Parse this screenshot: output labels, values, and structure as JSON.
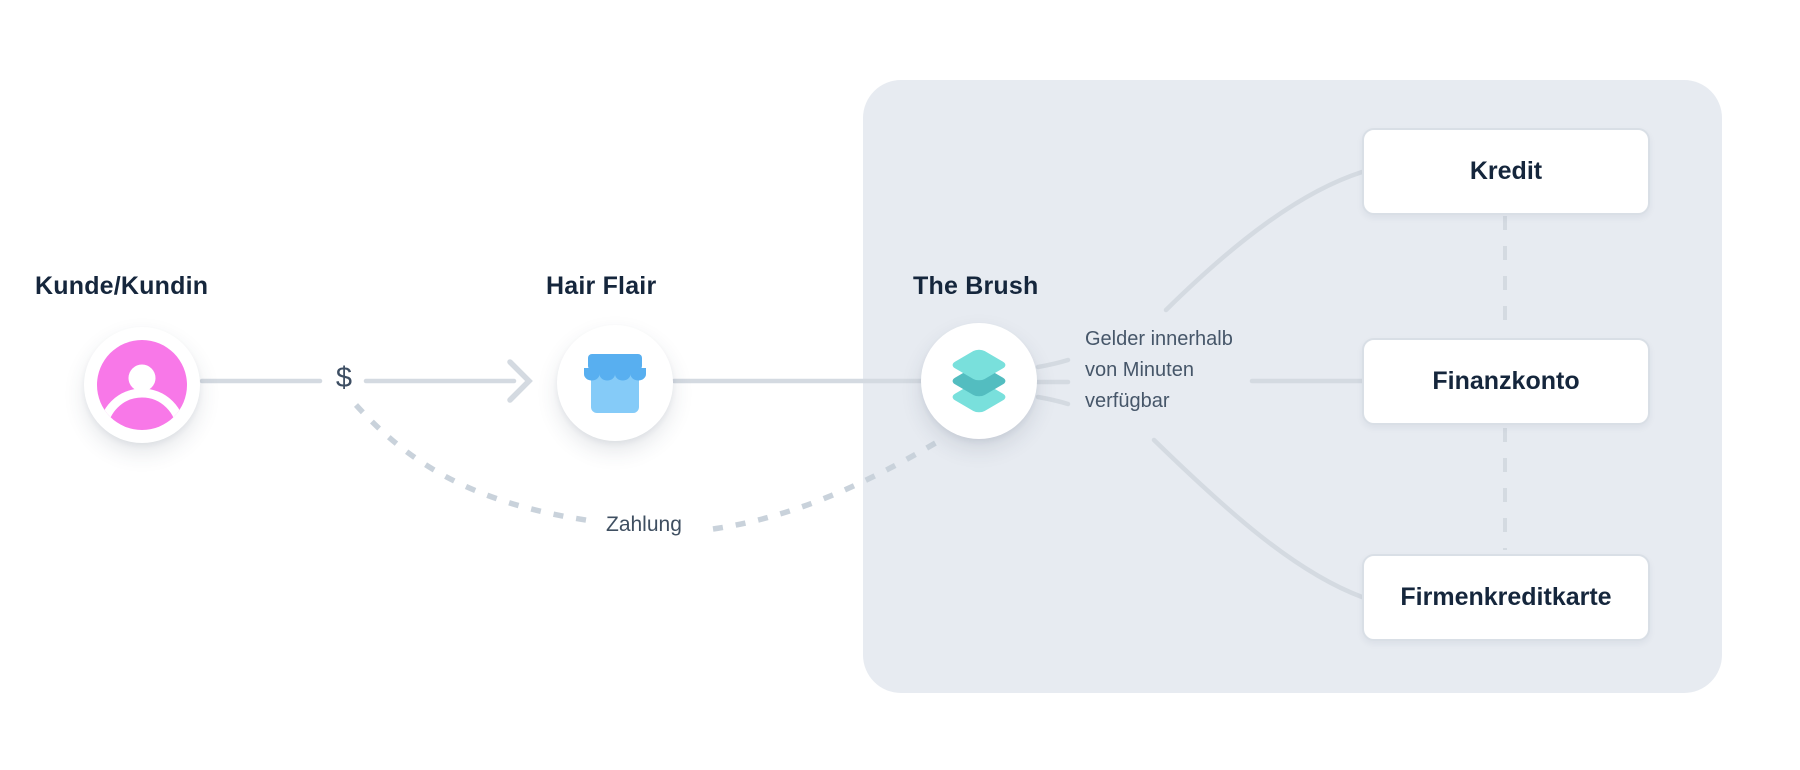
{
  "diagram": {
    "customer": {
      "label": "Kunde/Kundin",
      "icon": "person-icon",
      "icon_color": "#f878e8"
    },
    "merchant": {
      "label": "Hair Flair",
      "icon": "storefront-icon",
      "awning_color": "#58aff0",
      "body_color": "#85cbf8"
    },
    "platform": {
      "label": "The Brush",
      "icon": "layers-icon",
      "layer_light_color": "#79e0dc",
      "layer_dark_color": "#53bdc0"
    },
    "flow": {
      "currency_label": "$",
      "payment_label": "Zahlung",
      "funds_note": {
        "lines": [
          "Gelder innerhalb",
          "von Minuten",
          "verfügbar"
        ]
      }
    },
    "destinations": [
      {
        "label": "Kredit"
      },
      {
        "label": "Finanzkonto"
      },
      {
        "label": "Firmenkreditkarte"
      }
    ],
    "colors": {
      "background": "#ffffff",
      "panel": "#e7ebf1",
      "connector": "#d4dae1",
      "connector_dashed": "#c9d2db",
      "heading_text": "#15263c",
      "secondary_text": "#46566a"
    }
  }
}
